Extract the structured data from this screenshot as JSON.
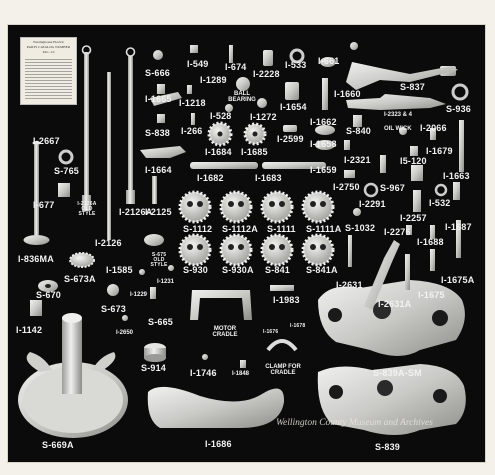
{
  "photo": {
    "kind": "museum catalogue photograph of motor cradle parts on black board",
    "board_color": "#0b0b0b",
    "part_color": "#d8d8d6",
    "label_color": "#f2f2f2"
  },
  "instruction_card": {
    "line1": "Westinghouse Electric",
    "line2": "PARTS CATALOG NUMBER",
    "line3": "M.C.-10"
  },
  "labels": [
    {
      "id": "s666",
      "text": "S-666"
    },
    {
      "id": "i549",
      "text": "I-549"
    },
    {
      "id": "i674",
      "text": "I-674"
    },
    {
      "id": "i2228",
      "text": "I-2228"
    },
    {
      "id": "i533",
      "text": "I-533"
    },
    {
      "id": "i661",
      "text": "I-661"
    },
    {
      "id": "i289",
      "text": "I-1289"
    },
    {
      "id": "i665",
      "text": "I-1665"
    },
    {
      "id": "i218",
      "text": "I-1218"
    },
    {
      "id": "ballbearing",
      "text": "BALL BEARING"
    },
    {
      "id": "i654",
      "text": "I-1654"
    },
    {
      "id": "i660",
      "text": "I-1660"
    },
    {
      "id": "s837",
      "text": "S-837"
    },
    {
      "id": "s936",
      "text": "S-936"
    },
    {
      "id": "i528",
      "text": "I-528"
    },
    {
      "id": "i272",
      "text": "I-1272"
    },
    {
      "id": "i662",
      "text": "I-1662"
    },
    {
      "id": "s838",
      "text": "S-838"
    },
    {
      "id": "i266",
      "text": "I-266"
    },
    {
      "id": "s840",
      "text": "S-840"
    },
    {
      "id": "i2323",
      "text": "I-2323 & 4"
    },
    {
      "id": "oilwick",
      "text": "OIL WICK"
    },
    {
      "id": "i2066",
      "text": "I-2066"
    },
    {
      "id": "i2667",
      "text": "I-2667"
    },
    {
      "id": "i2599",
      "text": "I-2599"
    },
    {
      "id": "i658",
      "text": "I-1658"
    },
    {
      "id": "i684",
      "text": "I-1684"
    },
    {
      "id": "i685",
      "text": "I-1685"
    },
    {
      "id": "i679",
      "text": "I-1679"
    },
    {
      "id": "s765",
      "text": "S-765"
    },
    {
      "id": "i2321",
      "text": "I-2321"
    },
    {
      "id": "i5120",
      "text": "I5-120"
    },
    {
      "id": "i664",
      "text": "I-1664"
    },
    {
      "id": "i682",
      "text": "I-1682"
    },
    {
      "id": "i683",
      "text": "I-1683"
    },
    {
      "id": "i659",
      "text": "I-1659"
    },
    {
      "id": "i663",
      "text": "I-1663"
    },
    {
      "id": "i2750",
      "text": "I-2750"
    },
    {
      "id": "s967",
      "text": "S-967"
    },
    {
      "id": "i677",
      "text": "I-677"
    },
    {
      "id": "i2291",
      "text": "I-2291"
    },
    {
      "id": "i532",
      "text": "I-532"
    },
    {
      "id": "i2126a_old",
      "text": "I-2126A OLD STYLE"
    },
    {
      "id": "i2126a",
      "text": "I-2126A"
    },
    {
      "id": "i2125",
      "text": "I-2125"
    },
    {
      "id": "s1112",
      "text": "S-1112"
    },
    {
      "id": "s1112a",
      "text": "S-1112A"
    },
    {
      "id": "s1111",
      "text": "S-1111"
    },
    {
      "id": "s1111a",
      "text": "S-1111A"
    },
    {
      "id": "s1032",
      "text": "S-1032"
    },
    {
      "id": "i2257",
      "text": "I-2257"
    },
    {
      "id": "i687",
      "text": "I-1687"
    },
    {
      "id": "i2126",
      "text": "I-2126"
    },
    {
      "id": "i2276",
      "text": "I-2276"
    },
    {
      "id": "i688",
      "text": "I-1688"
    },
    {
      "id": "i836ma",
      "text": "I-836MA"
    },
    {
      "id": "s675",
      "text": "S-675 OLD STYLE"
    },
    {
      "id": "s930",
      "text": "S-930"
    },
    {
      "id": "s930a",
      "text": "S-930A"
    },
    {
      "id": "s841",
      "text": "S-841"
    },
    {
      "id": "s841a",
      "text": "S-841A"
    },
    {
      "id": "i1585",
      "text": "I-1585"
    },
    {
      "id": "s673a",
      "text": "S-673A"
    },
    {
      "id": "i231",
      "text": "I-1231"
    },
    {
      "id": "i2631",
      "text": "I-2631"
    },
    {
      "id": "i675a",
      "text": "I-1675A"
    },
    {
      "id": "s670",
      "text": "S-670"
    },
    {
      "id": "i229",
      "text": "I-1229"
    },
    {
      "id": "i983",
      "text": "I-1983"
    },
    {
      "id": "i2631a",
      "text": "I-2631A"
    },
    {
      "id": "i675",
      "text": "I-1675"
    },
    {
      "id": "s673",
      "text": "S-673"
    },
    {
      "id": "s665",
      "text": "S-665"
    },
    {
      "id": "i676",
      "text": "I-1676"
    },
    {
      "id": "i678",
      "text": "I-1678"
    },
    {
      "id": "i142",
      "text": "I-1142"
    },
    {
      "id": "i2650",
      "text": "I-2650"
    },
    {
      "id": "motorcradle",
      "text": "MOTOR CRADLE"
    },
    {
      "id": "clamp",
      "text": "CLAMP FOR CRADLE"
    },
    {
      "id": "s839asm",
      "text": "S-839A-SM"
    },
    {
      "id": "s914",
      "text": "S-914"
    },
    {
      "id": "i746",
      "text": "I-1746"
    },
    {
      "id": "i848",
      "text": "I-1848"
    },
    {
      "id": "s669a",
      "text": "S-669A"
    },
    {
      "id": "i686",
      "text": "I-1686"
    },
    {
      "id": "s839",
      "text": "S-839"
    }
  ],
  "watermark": "Wellington County Museum and Archives"
}
